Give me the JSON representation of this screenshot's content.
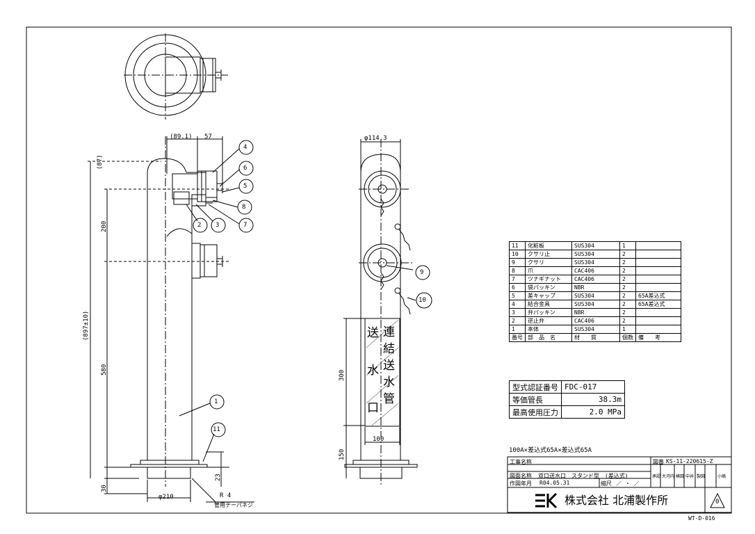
{
  "dims": {
    "d_89_1": "(89.1)",
    "d_57": "57",
    "d_87": "(87)",
    "d_200": "200",
    "d_897": "(897±10)",
    "d_580": "580",
    "d_30": "30",
    "d_23": "23",
    "d_phi210": "φ210",
    "d_R4": "R 4",
    "d_R4_note": "管用テーパネジ",
    "d_phi114": "φ114.3",
    "d_300": "300",
    "d_150": "150",
    "d_100": "100"
  },
  "balloons": [
    "1",
    "2",
    "3",
    "4",
    "5",
    "6",
    "7",
    "8",
    "9",
    "10",
    "11"
  ],
  "plate_text": {
    "col_right": [
      "連",
      "結",
      "送",
      "水",
      "管"
    ],
    "col_left": [
      "送",
      "水",
      "口"
    ]
  },
  "parts_table": {
    "rows": [
      [
        "11",
        "化粧板",
        "SUS304",
        "1",
        ""
      ],
      [
        "10",
        "クサリ止",
        "SUS304",
        "2",
        ""
      ],
      [
        "9",
        "クサリ",
        "SUS304",
        "2",
        ""
      ],
      [
        "8",
        "爪",
        "CAC406",
        "2",
        ""
      ],
      [
        "7",
        "ツナギナット",
        "CAC406",
        "2",
        ""
      ],
      [
        "6",
        "袋パッキン",
        "NBR",
        "2",
        ""
      ],
      [
        "5",
        "差キャップ",
        "SUS304",
        "2",
        "65A差込式"
      ],
      [
        "4",
        "結合金具",
        "SUS304",
        "2",
        "65A差込式"
      ],
      [
        "3",
        "弁パッキン",
        "NBR",
        "2",
        ""
      ],
      [
        "2",
        "逆止弁",
        "CAC406",
        "2",
        ""
      ],
      [
        "1",
        "本体",
        "SUS304",
        "1",
        ""
      ]
    ],
    "header": [
      "番号",
      "部　品　名",
      "材　　質",
      "個数",
      "備　　考"
    ]
  },
  "spec": [
    [
      "型式認証番号",
      "FDC-017"
    ],
    [
      "等価管長",
      "38.3m"
    ],
    [
      "最高使用圧力",
      "2.0 MPa"
    ]
  ],
  "size_note": "100A×差込式65A×差込式65A",
  "title_block": {
    "project_label": "工事名称",
    "drawing_label": "図面名称",
    "drawing_name": "双口送水口　スタンド型　(差込式)",
    "date_label": "作図年月",
    "date": "R04.05.31",
    "scale_label": "縮尺",
    "scale": "／ ・ ／",
    "dwg_no_label": "図番",
    "dwg_no": "KS-11-220615-Z",
    "sign_headers": [
      "承認",
      "大河内",
      "検図",
      "中井",
      "製図",
      "小嶋"
    ],
    "company": "株式会社 北浦製作所",
    "revision": "0",
    "sheet_code": "WT-D-016"
  }
}
